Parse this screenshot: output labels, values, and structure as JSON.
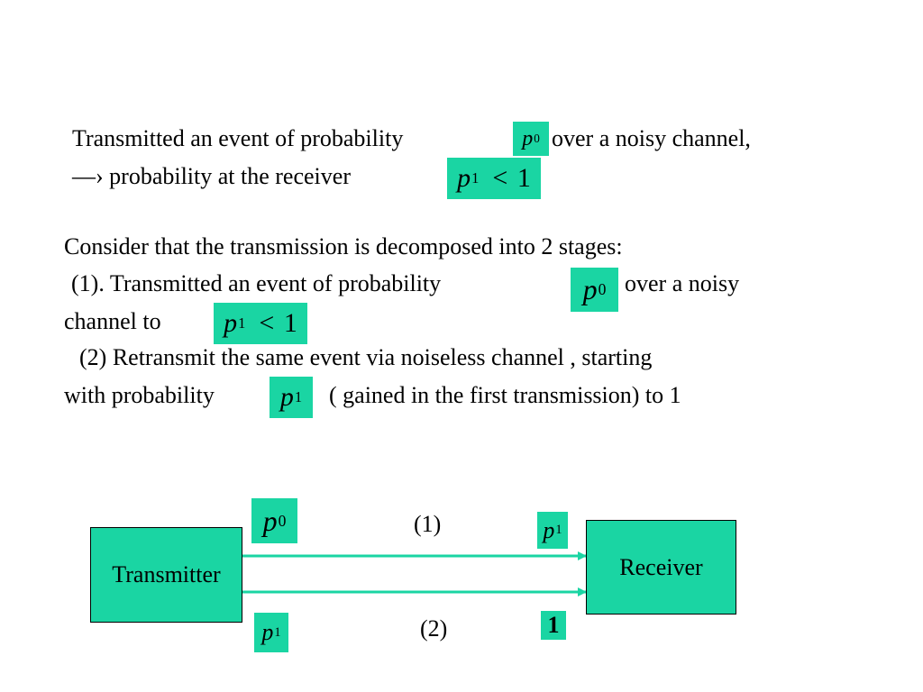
{
  "paragraph1": {
    "line1_before": "Transmitted an event of probability",
    "line1_after": "over a noisy channel,",
    "line2": "—› probability at the receiver"
  },
  "paragraph2": {
    "line1": "Consider that the transmission is decomposed into  2 stages:",
    "line2_before": "(1). Transmitted an event of probability",
    "line2_after": "over a noisy",
    "line3": "channel to",
    "line4": "(2)  Retransmit the same event via noiseless channel , starting",
    "line5_before": "with probability",
    "line5_after": "( gained in the first transmission)  to 1"
  },
  "math": {
    "p": "p",
    "sub0": "0",
    "sub1": "1",
    "less_than": "<",
    "one": "1"
  },
  "diagram": {
    "transmitter": "Transmitter",
    "receiver": "Receiver",
    "stage1": "(1)",
    "stage2": "(2)",
    "end_value": "1"
  },
  "colors": {
    "accent": "#1ad5a3",
    "arrow": "#1ad5a3"
  }
}
